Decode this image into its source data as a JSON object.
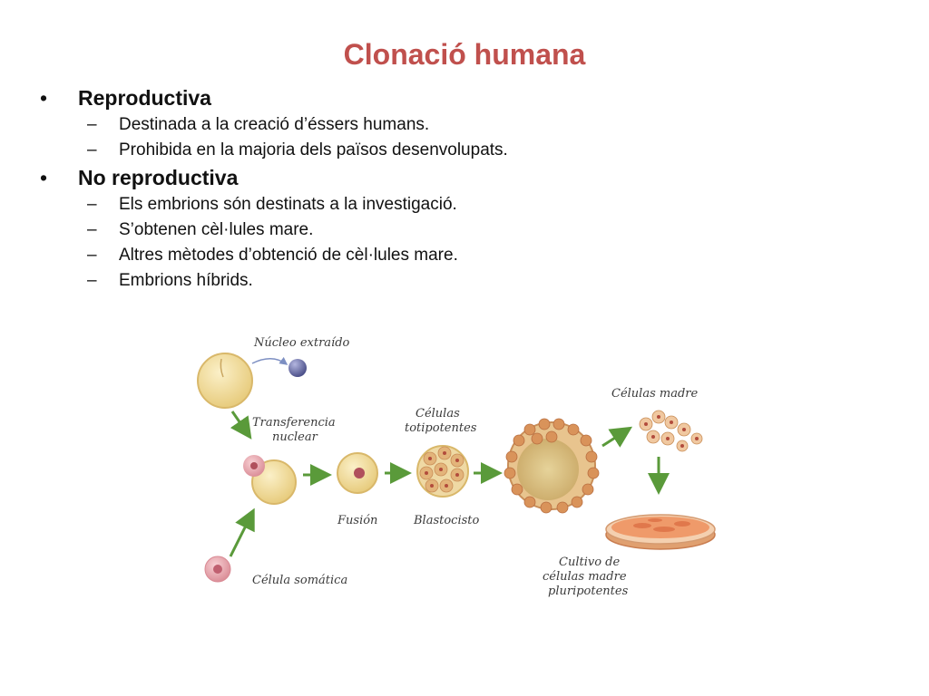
{
  "slide": {
    "title": "Clonació humana",
    "sections": [
      {
        "heading": "Reproductiva",
        "items": [
          "Destinada a la creació d’éssers humans.",
          "Prohibida en la majoria dels països desenvolupats."
        ]
      },
      {
        "heading": "No reproductiva",
        "items": [
          "Els embrions són destinats a la investigació.",
          "S’obtenen cèl·lules mare.",
          "Altres mètodes d’obtenció de cèl·lules mare.",
          "Embrions híbrids."
        ]
      }
    ],
    "bullet_symbol": "•",
    "dash_symbol": "–"
  },
  "diagram": {
    "labels": {
      "nucleo_extraido": "Núcleo extraído",
      "transferencia_1": "Transferencia",
      "transferencia_2": "nuclear",
      "celulas_1": "Células",
      "celulas_2": "totipotentes",
      "celulas_madre": "Células madre",
      "fusion": "Fusión",
      "blastocisto": "Blastocisto",
      "celula_somatica": "Célula somática",
      "cultivo_1": "Cultivo de",
      "cultivo_2": "células madre",
      "cultivo_3": "pluripotentes"
    },
    "colors": {
      "arrow": "#5a9a3a",
      "egg": "#f3dd9a",
      "nucleus_blue": "#6a6fa8",
      "cell_pink": "#e8a0a8",
      "title": "#c0504d"
    }
  }
}
